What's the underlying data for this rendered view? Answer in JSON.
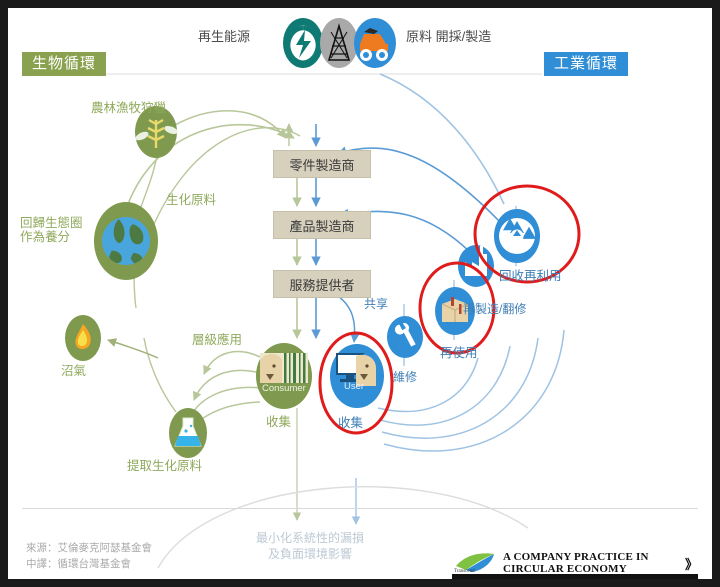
{
  "diagram": {
    "title_bio": "生物循環",
    "title_industrial": "工業循環",
    "top_left_label": "再生能源",
    "top_right_label": "原料 開採/製造",
    "top_icons": [
      {
        "name": "renewable-energy-icon",
        "color": "#0f7a74"
      },
      {
        "name": "oil-rig-icon",
        "color": "#a9a9a9"
      },
      {
        "name": "mining-truck-icon",
        "color": "#2f8ed6"
      }
    ],
    "center_boxes": [
      {
        "label": "零件製造商"
      },
      {
        "label": "產品製造商"
      },
      {
        "label": "服務提供者"
      }
    ],
    "bio_nodes": [
      {
        "id": "farming",
        "label": "農林漁牧狩獵",
        "icon": "wheat-fish-icon"
      },
      {
        "id": "biosphere",
        "label": "Biosphere",
        "icon": "globe-icon"
      },
      {
        "id": "biochem-feedstock",
        "label": "生化原料",
        "icon": "none"
      },
      {
        "id": "return-nutrients",
        "label": "回歸生態圈\n作為養分",
        "icon": "none"
      },
      {
        "id": "biogas",
        "label": "沼氣",
        "icon": "flame-icon"
      },
      {
        "id": "extraction",
        "label": "提取生化原料",
        "icon": "flask-icon"
      },
      {
        "id": "cascade",
        "label": "層級應用",
        "icon": "none"
      },
      {
        "id": "consumer",
        "label": "Consumer",
        "icon": "consumer-icon"
      },
      {
        "id": "collection-bio",
        "label": "收集",
        "icon": "none"
      }
    ],
    "industrial_nodes": [
      {
        "id": "user",
        "label": "User",
        "icon": "user-screen-icon",
        "highlighted": true
      },
      {
        "id": "collection-ind",
        "label": "收集",
        "icon": "none",
        "highlighted": true
      },
      {
        "id": "share",
        "label": "共享",
        "icon": "none"
      },
      {
        "id": "maintain",
        "label": "維修",
        "icon": "wrench-icon"
      },
      {
        "id": "reuse",
        "label": "再使用",
        "icon": "box-icon",
        "highlighted": true
      },
      {
        "id": "remanufacture",
        "label": "再製造/翻修",
        "icon": "factory-icon"
      },
      {
        "id": "recycle",
        "label": "回收再利用",
        "icon": "recycle-icon",
        "highlighted": true
      }
    ],
    "bottom_note_line1": "最小化系統性的漏損",
    "bottom_note_line2": "及負面環境影響",
    "source_line1": "來源：艾倫麥克阿瑟基金會",
    "source_line2": "中譯：循環台灣基金會",
    "banner_text": "A COMPANY PRACTICE IN CIRCULAR ECONOMY",
    "banner_chevron": "》",
    "banner_logo_text": "Transcend",
    "colors": {
      "bio_green": "#8aa24f",
      "industrial_blue": "#2f8ed6",
      "box_fill": "#d6d0bd",
      "highlight_red": "#e01b1b",
      "arrow_green": "#9fb178",
      "arrow_blue": "#5b9bd5"
    }
  }
}
